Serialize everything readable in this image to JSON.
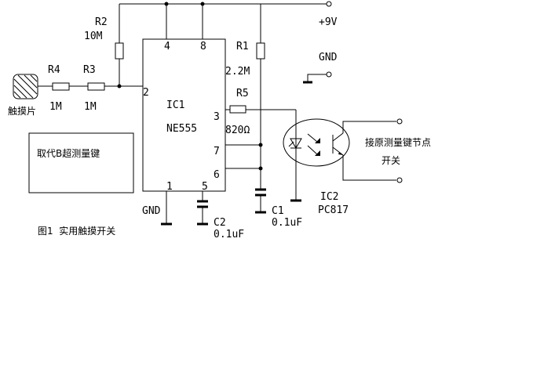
{
  "diagram": {
    "caption": "图1  实用触摸开关",
    "touch_pad": {
      "label": "触摸片"
    },
    "note_box": {
      "text": "取代B超测量键"
    },
    "ic1": {
      "name": "IC1",
      "part": "NE555",
      "pins": {
        "p1": "1",
        "p2": "2",
        "p3": "3",
        "p4": "4",
        "p5": "5",
        "p6": "6",
        "p7": "7",
        "p8": "8"
      }
    },
    "ic2": {
      "name": "IC2",
      "part": "PC817"
    },
    "resistors": {
      "r1": {
        "ref": "R1",
        "value": "2.2M"
      },
      "r2": {
        "ref": "R2",
        "value": "10M"
      },
      "r3": {
        "ref": "R3",
        "value": "1M"
      },
      "r4": {
        "ref": "R4",
        "value": "1M"
      },
      "r5": {
        "ref": "R5",
        "value": "820Ω"
      }
    },
    "capacitors": {
      "c1": {
        "ref": "C1",
        "value": "0.1uF"
      },
      "c2": {
        "ref": "C2",
        "value": "0.1uF"
      }
    },
    "power": {
      "vcc": "+9V",
      "gnd_terminal": "GND",
      "gnd_ic": "GND"
    },
    "output": {
      "line1": "接原测量键节点",
      "line2": "开关"
    }
  }
}
